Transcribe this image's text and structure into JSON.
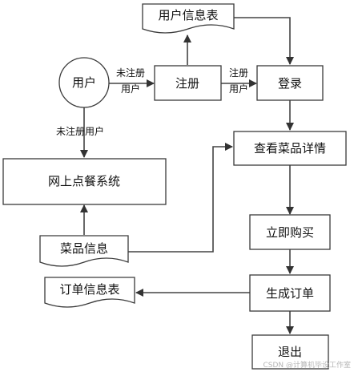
{
  "nodes": {
    "user": "用户",
    "user_info_table": "用户信息表",
    "register": "注册",
    "login": "登录",
    "view_dish_details": "查看菜品详情",
    "online_ordering_system": "网上点餐系统",
    "dish_info": "菜品信息",
    "buy_now": "立即购买",
    "generate_order": "生成订单",
    "order_info_table": "订单信息表",
    "exit": "退出"
  },
  "edges": {
    "user_to_register": [
      "未注册",
      "用户"
    ],
    "register_to_login": [
      "注册",
      "用户"
    ],
    "user_to_system": "未注册用户"
  },
  "watermark": "CSDN @计算机毕设工作室"
}
